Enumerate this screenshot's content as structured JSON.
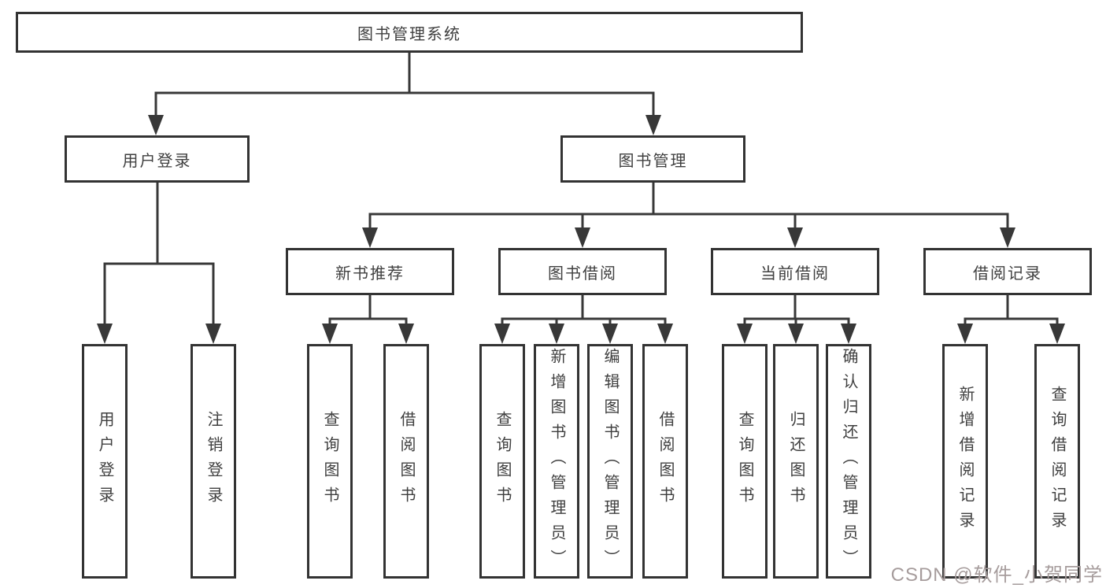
{
  "hierarchy": {
    "label": "图书管理系统",
    "children": [
      {
        "label": "用户登录",
        "children": [
          {
            "label": "用户登录"
          },
          {
            "label": "注销登录"
          }
        ]
      },
      {
        "label": "图书管理",
        "children": [
          {
            "label": "新书推荐",
            "children": [
              {
                "label": "查询图书"
              },
              {
                "label": "借阅图书"
              }
            ]
          },
          {
            "label": "图书借阅",
            "children": [
              {
                "label": "查询图书"
              },
              {
                "label": "新增图书（管理员）"
              },
              {
                "label": "编辑图书（管理员）"
              },
              {
                "label": "借阅图书"
              }
            ]
          },
          {
            "label": "当前借阅",
            "children": [
              {
                "label": "查询图书"
              },
              {
                "label": "归还图书"
              },
              {
                "label": "确认归还（管理员）"
              }
            ]
          },
          {
            "label": "借阅记录",
            "children": [
              {
                "label": "新增借阅记录"
              },
              {
                "label": "查询借阅记录"
              }
            ]
          }
        ]
      }
    ]
  },
  "watermark": {
    "text": "CSDN @软件_小贺同学"
  },
  "colors": {
    "line": "#383838",
    "box_border": "#333333",
    "box_background": "#ffffff",
    "text": "#3f3f3f",
    "watermark": "#a69c9c"
  }
}
